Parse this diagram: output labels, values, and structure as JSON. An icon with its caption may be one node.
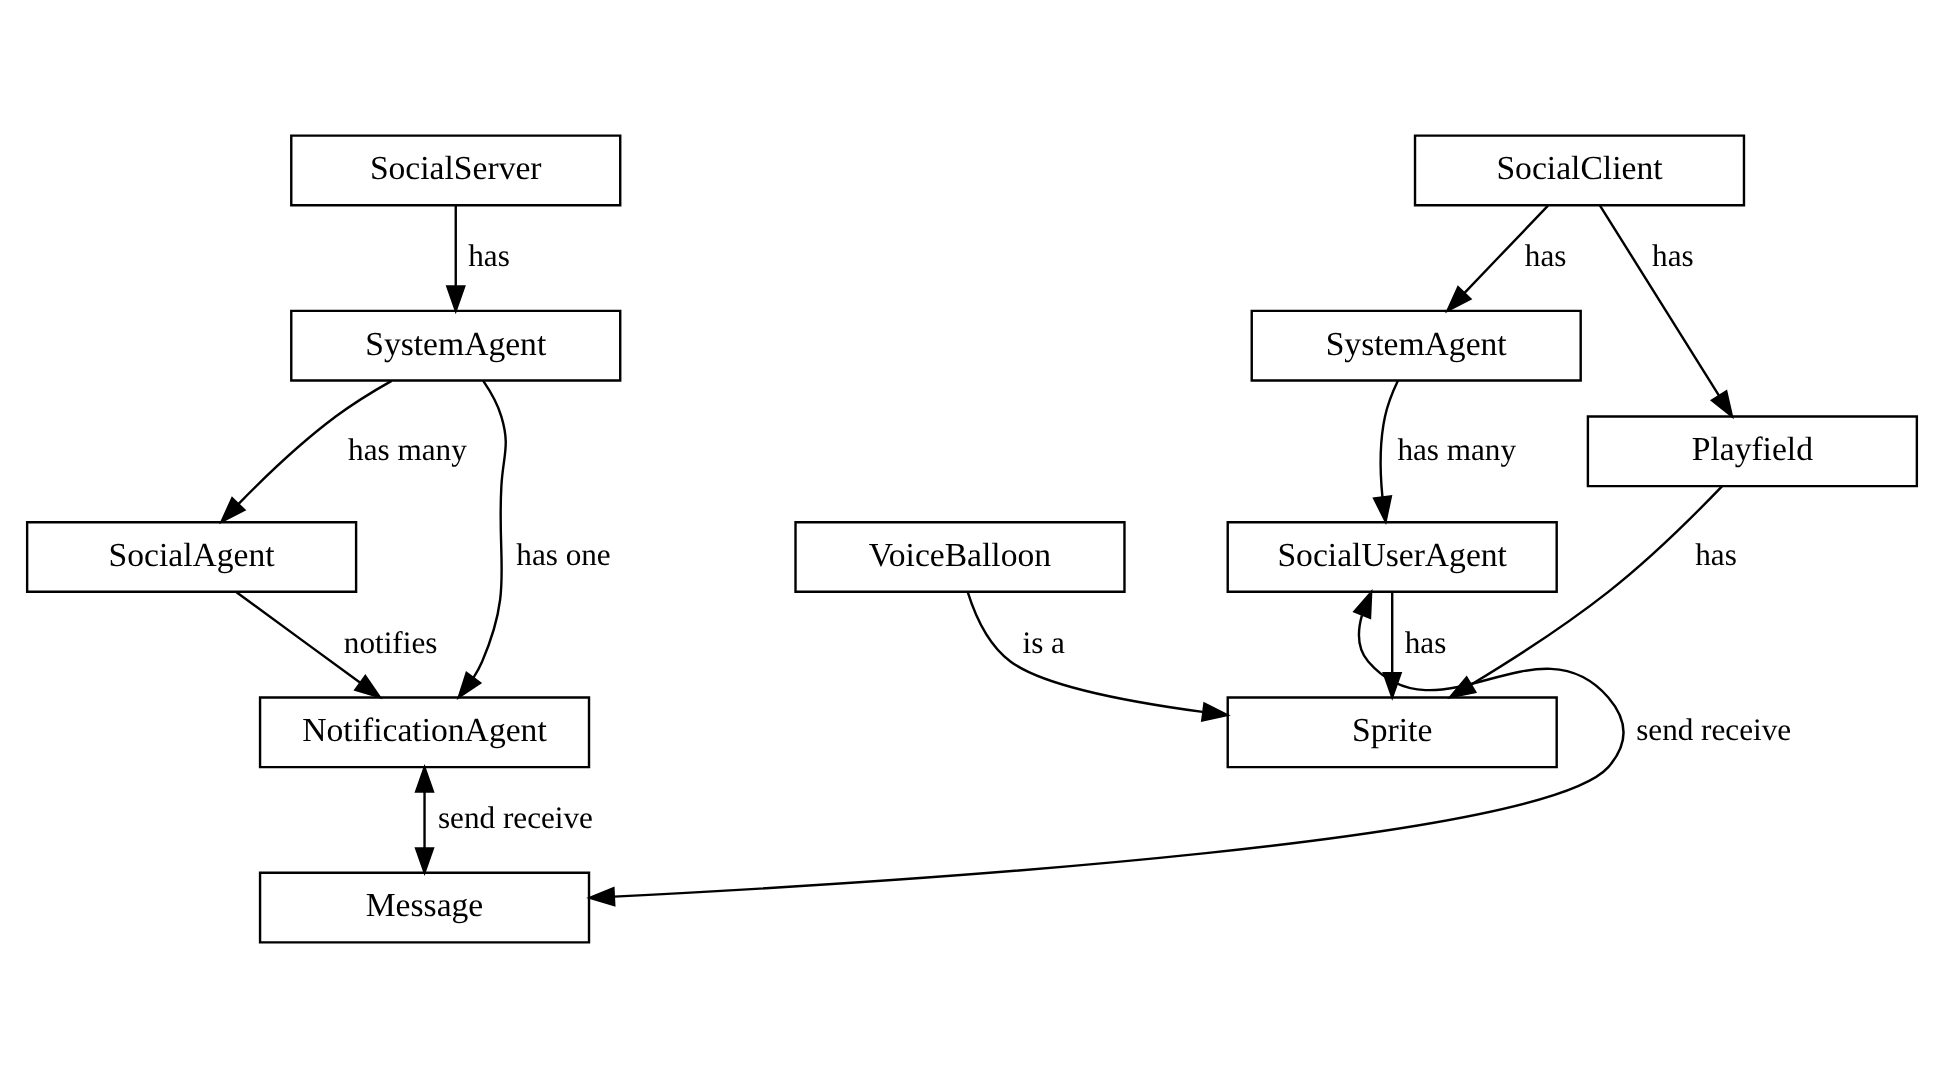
{
  "diagram": {
    "nodes": [
      {
        "text": [
          "SocialServer"
        ]
      },
      {
        "text": [
          "SystemAgent"
        ]
      },
      {
        "text": [
          "SocialAgent"
        ]
      },
      {
        "text": [
          "NotificationAgent"
        ]
      },
      {
        "text": [
          "Message"
        ]
      },
      {
        "text": [
          "SocialClient"
        ]
      },
      {
        "text": [
          "SystemAgent"
        ]
      },
      {
        "text": [
          "SocialUserAgent"
        ]
      },
      {
        "text": [
          "Sprite"
        ]
      },
      {
        "text": [
          "VoiceBalloon"
        ]
      },
      {
        "text": [
          "Playfield"
        ]
      }
    ],
    "edges": [
      {
        "from": 0,
        "to": 1,
        "arrow": "to",
        "label": "has"
      },
      {
        "from": 1,
        "to": 2,
        "arrow": "to",
        "label": "has many"
      },
      {
        "from": 2,
        "to": 3,
        "arrow": "to",
        "label": "notifies"
      },
      {
        "from": 1,
        "to": 3,
        "arrow": "to",
        "label": "has one"
      },
      {
        "from": 3,
        "to": 4,
        "arrow": "both",
        "label": "send receive"
      },
      {
        "from": 4,
        "to": 7,
        "arrow": "both",
        "label": "send receive"
      },
      {
        "from": 5,
        "to": 6,
        "arrow": "to",
        "label": "has"
      },
      {
        "from": 6,
        "to": 7,
        "arrow": "to",
        "label": "has many"
      },
      {
        "from": 7,
        "to": 8,
        "arrow": "to",
        "label": "has"
      },
      {
        "from": 9,
        "to": 8,
        "arrow": "to",
        "label": "is a"
      },
      {
        "from": 10,
        "to": 8,
        "arrow": "to",
        "label": "has"
      },
      {
        "from": 5,
        "to": 10,
        "arrow": "to",
        "label": "has"
      }
    ]
  }
}
